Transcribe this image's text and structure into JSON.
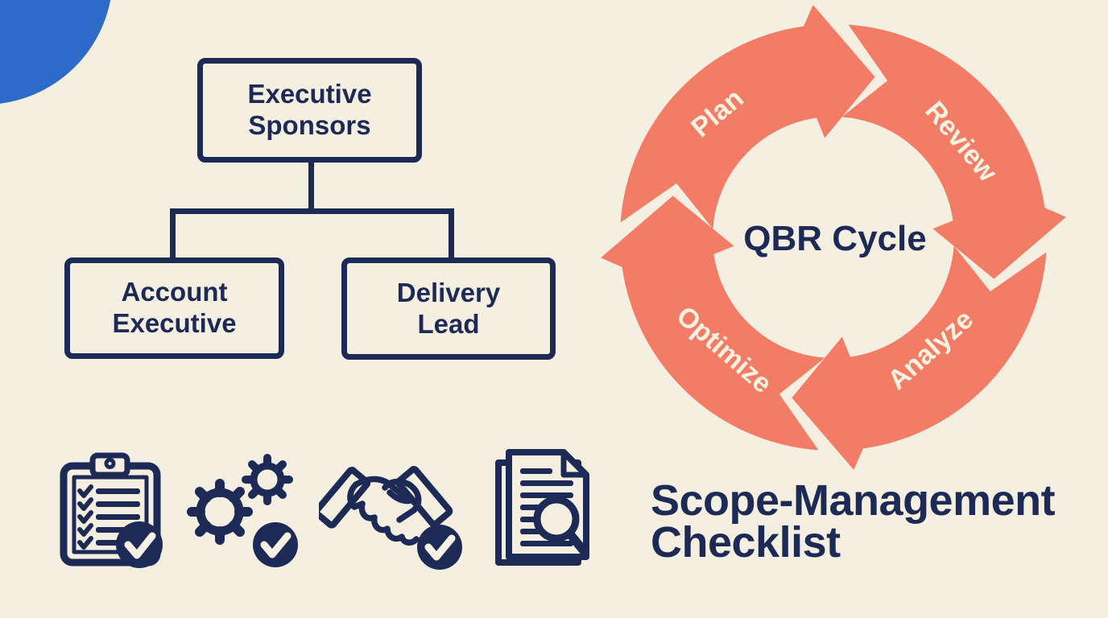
{
  "canvas": {
    "background": "#f4efe0"
  },
  "decoration": {
    "corner_circle_color": "#2e6ac8"
  },
  "org_chart": {
    "root_label": "Executive Sponsors",
    "child_labels": [
      "Account Executive",
      "Delivery Lead"
    ],
    "line_color": "#1d2a55"
  },
  "cycle": {
    "title": "QBR Cycle",
    "steps": [
      "Plan",
      "Review",
      "Analyze",
      "Optimize"
    ],
    "direction": "clockwise",
    "arrow_color": "#f27c66",
    "step_label_color": "#f7f1e0",
    "title_color": "#1d2a55"
  },
  "checklist": {
    "heading": "Scope-Management Checklist",
    "heading_color": "#1d2a55",
    "icon_color": "#1d2a55",
    "items": [
      {
        "icon": "clipboard-checklist-icon",
        "checked": true
      },
      {
        "icon": "gears-icon",
        "checked": true
      },
      {
        "icon": "handshake-icon",
        "checked": true
      },
      {
        "icon": "document-magnifier-icon",
        "checked": false
      }
    ]
  }
}
